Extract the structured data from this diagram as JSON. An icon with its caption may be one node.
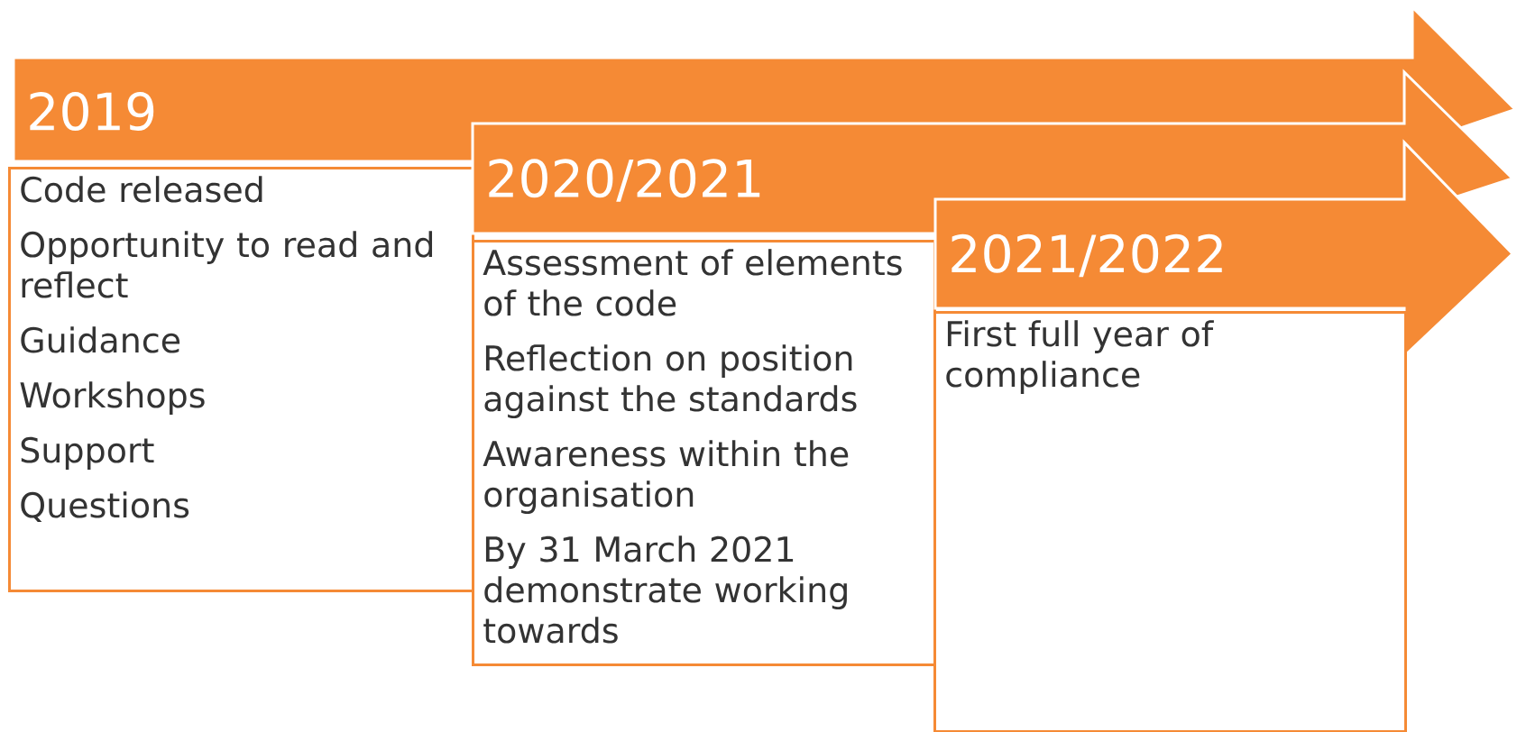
{
  "diagram": {
    "nodes": [
      {
        "text": [
          "2019"
        ]
      },
      {
        "text": [
          "Code released",
          "Opportunity to read and reflect",
          "Guidance",
          "Workshops",
          "Support",
          "Questions"
        ]
      },
      {
        "text": [
          "2020/2021"
        ]
      },
      {
        "text": [
          "Assessment of elements of the code",
          "Reflection on position against the standards",
          "Awareness within the organisation",
          "By 31 March 2021 demonstrate working towards"
        ]
      },
      {
        "text": [
          "2021/2022"
        ]
      },
      {
        "text": [
          "First full year of compliance"
        ]
      }
    ]
  }
}
